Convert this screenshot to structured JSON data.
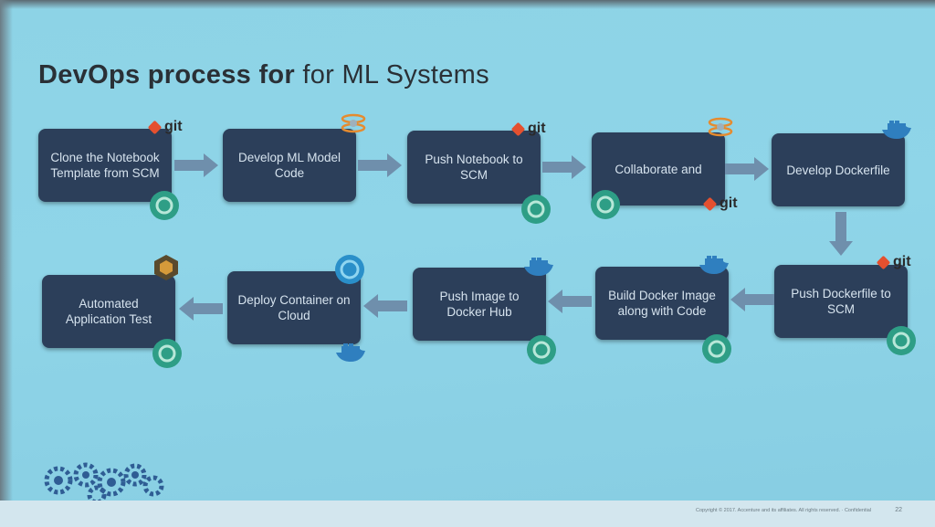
{
  "slide": {
    "title_bold": "DevOps process for",
    "title_light": " for ML Systems"
  },
  "steps": [
    {
      "label": "Clone the Notebook Template from SCM"
    },
    {
      "label": "Develop ML Model Code"
    },
    {
      "label": "Push Notebook to SCM"
    },
    {
      "label": "Collaborate and"
    },
    {
      "label": "Develop Dockerfile"
    },
    {
      "label": "Push Dockerfile to SCM"
    },
    {
      "label": "Build Docker Image along with Code"
    },
    {
      "label": "Push Image to Docker Hub"
    },
    {
      "label": "Deploy Container on Cloud"
    },
    {
      "label": "Automated Application Test"
    }
  ],
  "icons": {
    "git_label": "git"
  },
  "colors": {
    "step_fill": "#2c3f5a",
    "arrow": "#6f8fac",
    "background": "#8dd3e6",
    "git_orange": "#e4502f",
    "ci_green": "#2e9e86"
  },
  "footer": {
    "text": "Copyright © 2017. Accenture and its affiliates. All rights reserved. · Confidential",
    "page": "22"
  }
}
